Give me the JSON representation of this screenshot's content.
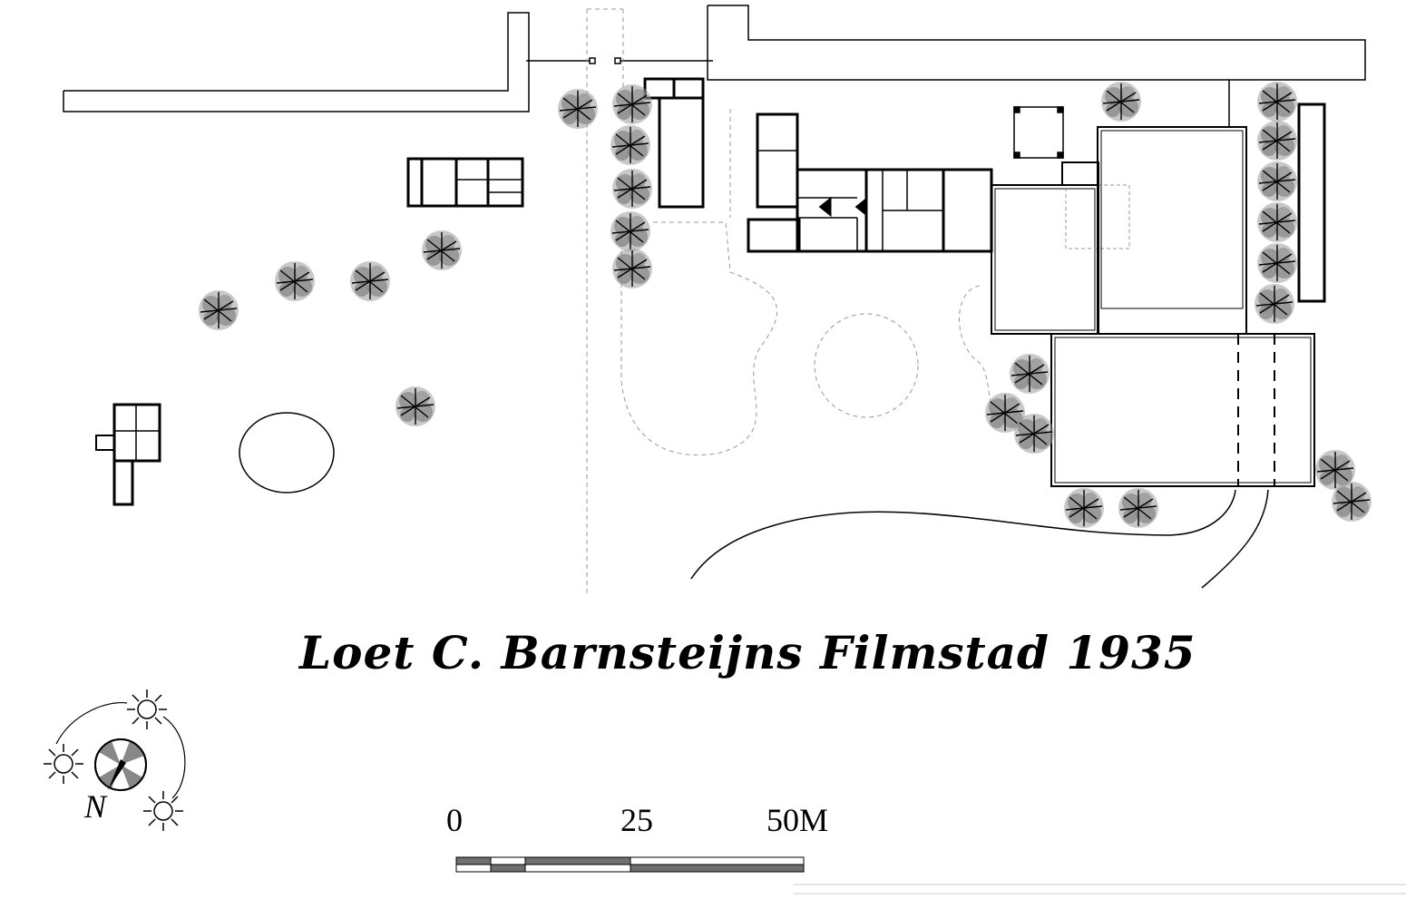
{
  "title": "Loet C. Barnsteijns Filmstad 1935",
  "scale_bar": {
    "labels": [
      "0",
      "25",
      "50M"
    ]
  },
  "compass": {
    "north_label": "N"
  },
  "colors": {
    "ink": "#000000",
    "tree_fill": "#8a8a8a",
    "path_dash": "#999999",
    "scale_dark": "#707070"
  },
  "icons": [
    "tree-icon",
    "sun-icon",
    "compass-rose-icon"
  ]
}
